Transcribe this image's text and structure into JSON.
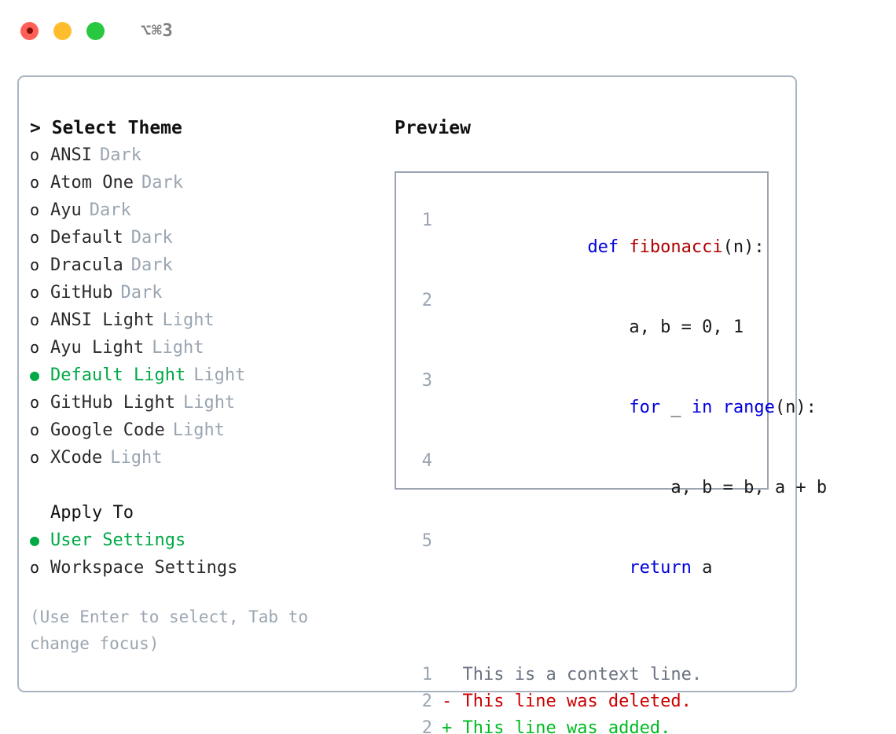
{
  "titlebar": {
    "shortcut": "⌥⌘3",
    "lights": [
      "close-red",
      "minimize-yellow",
      "maximize-green"
    ]
  },
  "theme_list": {
    "header": "> Select Theme",
    "items": [
      {
        "marker": "o",
        "name": "ANSI",
        "variant": "Dark",
        "selected": false
      },
      {
        "marker": "o",
        "name": "Atom One",
        "variant": "Dark",
        "selected": false
      },
      {
        "marker": "o",
        "name": "Ayu",
        "variant": "Dark",
        "selected": false
      },
      {
        "marker": "o",
        "name": "Default",
        "variant": "Dark",
        "selected": false
      },
      {
        "marker": "o",
        "name": "Dracula",
        "variant": "Dark",
        "selected": false
      },
      {
        "marker": "o",
        "name": "GitHub",
        "variant": "Dark",
        "selected": false
      },
      {
        "marker": "o",
        "name": "ANSI Light",
        "variant": "Light",
        "selected": false
      },
      {
        "marker": "o",
        "name": "Ayu Light",
        "variant": "Light",
        "selected": false
      },
      {
        "marker": "●",
        "name": "Default Light",
        "variant": "Light",
        "selected": true
      },
      {
        "marker": "o",
        "name": "GitHub Light",
        "variant": "Light",
        "selected": false
      },
      {
        "marker": "o",
        "name": "Google Code",
        "variant": "Light",
        "selected": false
      },
      {
        "marker": "o",
        "name": "XCode",
        "variant": "Light",
        "selected": false
      }
    ]
  },
  "apply_to": {
    "label": "Apply To",
    "options": [
      {
        "marker": "●",
        "label": "User Settings",
        "selected": true
      },
      {
        "marker": "o",
        "label": "Workspace Settings",
        "selected": false
      }
    ]
  },
  "hint": "(Use Enter to select, Tab to change focus)",
  "preview": {
    "title": "Preview",
    "code_lines": [
      {
        "no": "1",
        "indent": "",
        "kw1": "def",
        "fn": " fibonacci",
        "rest": "(n):"
      },
      {
        "no": "2",
        "indent": "    ",
        "plain": "a, b = 0, 1"
      },
      {
        "no": "3",
        "indent": "    ",
        "kw1": "for",
        "plain2": " _ ",
        "kw2": "in",
        "kw3": " range",
        "rest": "(n):"
      },
      {
        "no": "4",
        "indent": "        ",
        "plain": "a, b = b, a + b"
      },
      {
        "no": "5",
        "indent": "    ",
        "kw1": "return",
        "plain": " a"
      }
    ],
    "diff_lines": [
      {
        "no": "1",
        "prefix": "  ",
        "text": "This is a context line.",
        "kind": "context"
      },
      {
        "no": "2",
        "prefix": "- ",
        "text": "This line was deleted.",
        "kind": "deleted"
      },
      {
        "no": "2",
        "prefix": "+ ",
        "text": "This line was added.",
        "kind": "added"
      }
    ]
  },
  "colors": {
    "selected_green": "#00a846",
    "muted_gray": "#9aa5b1",
    "keyword_blue": "#0000dd",
    "function_red": "#b00000",
    "diff_deleted": "#cc0000",
    "diff_added": "#00bb22",
    "border": "#aab4c0"
  }
}
